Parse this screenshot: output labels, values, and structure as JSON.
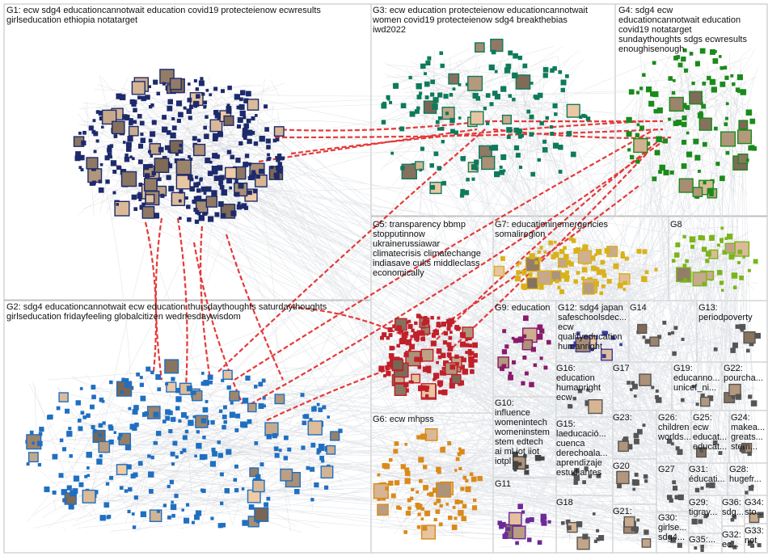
{
  "groups": [
    {
      "id": "G1",
      "label": "G1: ecw sdg4 educationcannotwait education covid19 protecteienow ecwresults\ngirlseducation ethiopia notatarget",
      "color": "#1d2a6b"
    },
    {
      "id": "G2",
      "label": "G2: sdg4 educationcannotwait ecw education thursdaythoughts saturdaythoughts\ngirlseducation fridayfeeling globalcitizen wednesdaywisdom",
      "color": "#1f6fc0"
    },
    {
      "id": "G3",
      "label": "G3: ecw education protecteienow educationcannotwait\nwomen covid19 protecteienow sdg4 breakthebias\niwd2022",
      "color": "#0e7a5a"
    },
    {
      "id": "G4",
      "label": "G4: sdg4 ecw\neducationcannotwait education\ncovid19 notatarget\nsundaythoughts sdgs ecwresults\nenoughisenough",
      "color": "#1a8a1a"
    },
    {
      "id": "G5",
      "label": "G5: transparency bbmp\nstopputinnow\nukrainerussiawar\nclimatecrisis climatechange\nindiasave cults middleclass\neconomically",
      "color": "#c0202a"
    },
    {
      "id": "G6",
      "label": "G6: ecw mhpss",
      "color": "#d98a1a"
    },
    {
      "id": "G7",
      "label": "G7: educationinemergencies\nsomaliregion",
      "color": "#d9b21a"
    },
    {
      "id": "G8",
      "label": "G8",
      "color": "#7ab51a"
    },
    {
      "id": "G9",
      "label": "G9: education",
      "color": "#8a1a6a"
    },
    {
      "id": "G10",
      "label": "G10:\ninfluence\nwomenintech\nwomeninstem\nstem edtech\nai ml iot iiot\niotpl",
      "color": "#444444"
    },
    {
      "id": "G11",
      "label": "G11",
      "color": "#6a2a9a"
    },
    {
      "id": "G12",
      "label": "G12: sdg4 japan\nsafeschoolsdec...\necw\nqualityeducation\nhumanright",
      "color": "#3a3a9a"
    },
    {
      "id": "G13",
      "label": "G13:\nperiodpoverty",
      "color": "#555555"
    },
    {
      "id": "G14",
      "label": "G14",
      "color": "#555555"
    },
    {
      "id": "G15",
      "label": "G15:\nlaeducació...\ncuenca\nderechoala...\naprendizaje\nestudiantes",
      "color": "#555555"
    },
    {
      "id": "G16",
      "label": "G16:\neducation\nhumanright\necw",
      "color": "#555555"
    },
    {
      "id": "G17",
      "label": "G17",
      "color": "#555555"
    },
    {
      "id": "G18",
      "label": "G18",
      "color": "#555555"
    },
    {
      "id": "G19",
      "label": "G19:\neducanno...\nunicef_ni...",
      "color": "#555555"
    },
    {
      "id": "G20",
      "label": "G20",
      "color": "#555555"
    },
    {
      "id": "G21",
      "label": "G21:",
      "color": "#555555"
    },
    {
      "id": "G22",
      "label": "G22:\npourcha...",
      "color": "#555555"
    },
    {
      "id": "G23",
      "label": "G23:",
      "color": "#555555"
    },
    {
      "id": "G24",
      "label": "G24:\nmakea...\ngreats...\nstem...",
      "color": "#555555"
    },
    {
      "id": "G25",
      "label": "G25:\necw\neducat...\neducat...",
      "color": "#555555"
    },
    {
      "id": "G26",
      "label": "G26:\nchildren\nworlds...",
      "color": "#555555"
    },
    {
      "id": "G27",
      "label": "G27",
      "color": "#555555"
    },
    {
      "id": "G28",
      "label": "G28:\nhugefr...",
      "color": "#555555"
    },
    {
      "id": "G29",
      "label": "G29:\ntigray...",
      "color": "#555555"
    },
    {
      "id": "G30",
      "label": "G30:\ngirlse...\nsdg4...",
      "color": "#555555"
    },
    {
      "id": "G31",
      "label": "G31:\néducati...",
      "color": "#555555"
    },
    {
      "id": "G32",
      "label": "G32:\nec...",
      "color": "#555555"
    },
    {
      "id": "G33",
      "label": "G33:\nnot",
      "color": "#555555"
    },
    {
      "id": "G34",
      "label": "G34:\nsto...",
      "color": "#555555"
    },
    {
      "id": "G35",
      "label": "G35:...",
      "color": "#555555"
    },
    {
      "id": "G36",
      "label": "G36:\nsdg...",
      "color": "#555555"
    }
  ],
  "edge_colors": {
    "intergroup": "#d9dde3",
    "highlight": "#e01818"
  }
}
